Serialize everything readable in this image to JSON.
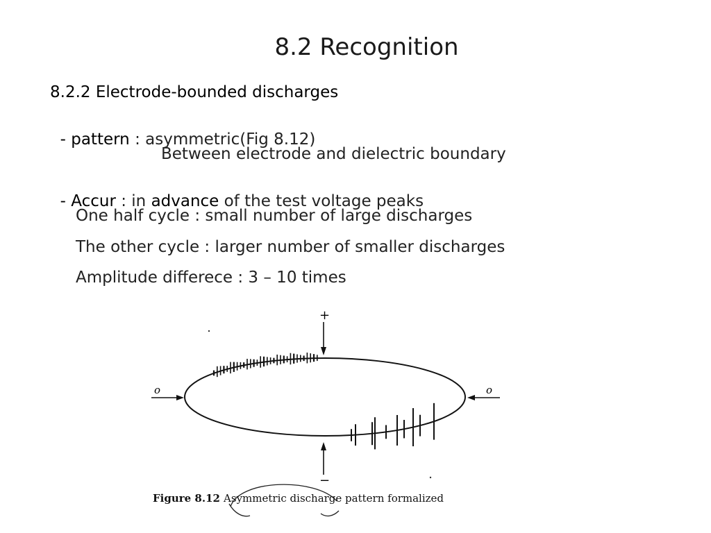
{
  "slide": {
    "title": "8.2 Recognition"
  },
  "body": {
    "heading": "8.2.2 Electrode-bounded discharges",
    "pattern_dash": "- ",
    "pattern_label": "pattern",
    "pattern_value": " : asymmetric(Fig 8.12)",
    "pattern_detail": "Between electrode and dielectric boundary",
    "accur_dash": "- ",
    "accur_label": "Accur",
    "accur_mid": " : in ",
    "accur_emph": "advance",
    "accur_tail": " of the test voltage peaks",
    "half_cycle": "One half cycle : small number of large discharges",
    "other_cycle": "The other cycle : larger number of smaller discharges",
    "amplitude": "Amplitude differece : 3 – 10 times"
  },
  "figure": {
    "plus_label": "+",
    "minus_label": "−",
    "left_zero": "o",
    "right_zero": "o",
    "caption_number": "Figure 8.12",
    "caption_text": "Asymmetric discharge pattern formalized"
  }
}
